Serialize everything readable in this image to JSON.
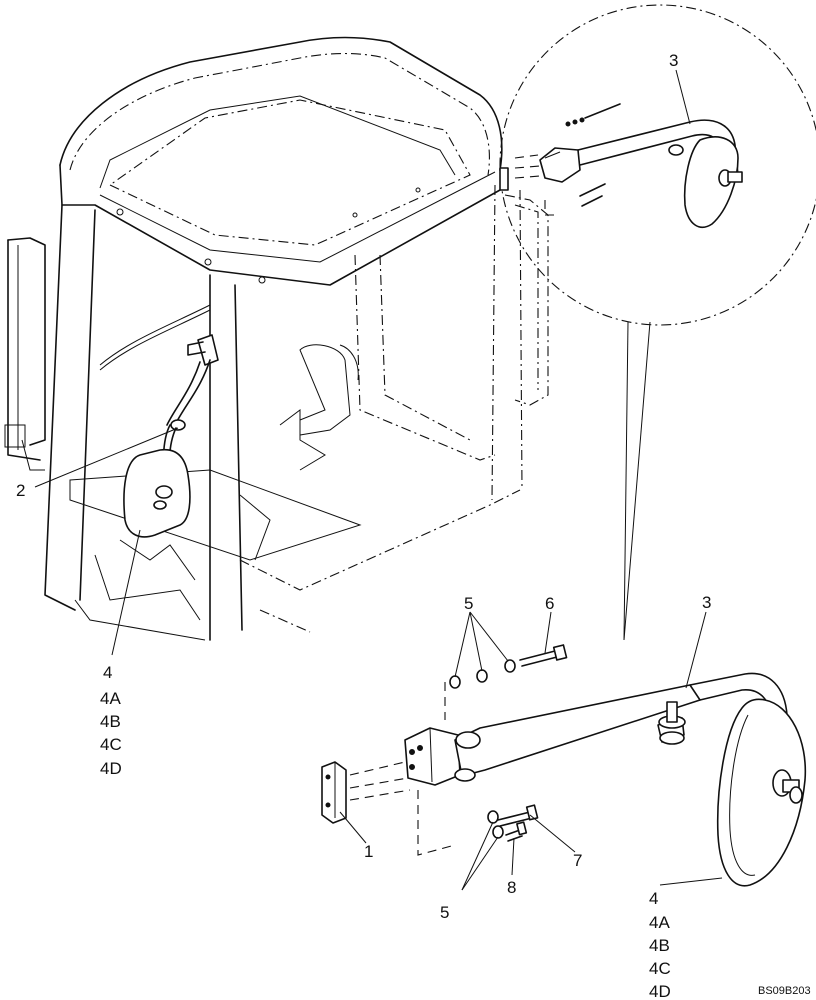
{
  "callouts": {
    "c1": "1",
    "c2": "2",
    "c3_detail": "3",
    "c3_main": "3",
    "c5_top": "5",
    "c5_bottom": "5",
    "c6": "6",
    "c7": "7",
    "c8": "8"
  },
  "mirror_variants_left": [
    "4",
    "4A",
    "4B",
    "4C",
    "4D"
  ],
  "mirror_variants_right": [
    "4",
    "4A",
    "4B",
    "4C",
    "4D"
  ],
  "drawing_code": "BS09B203"
}
